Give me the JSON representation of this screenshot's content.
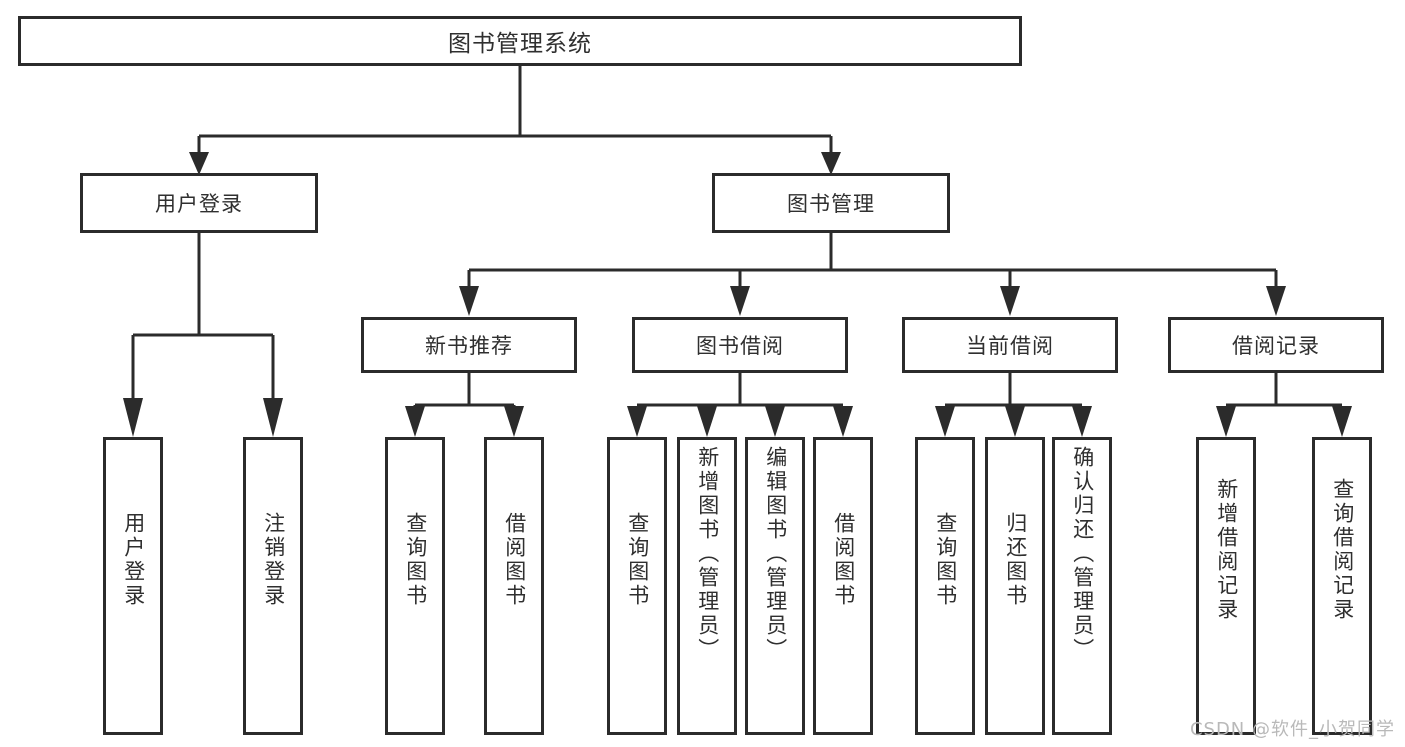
{
  "diagram": {
    "title": "图书管理系统",
    "root": {
      "label": "图书管理系统"
    },
    "level2": [
      {
        "label": "用户登录"
      },
      {
        "label": "图书管理"
      }
    ],
    "level3": [
      {
        "label": "新书推荐"
      },
      {
        "label": "图书借阅"
      },
      {
        "label": "当前借阅"
      },
      {
        "label": "借阅记录"
      }
    ],
    "leaves": [
      {
        "label": "用户登录",
        "parent": "用户登录"
      },
      {
        "label": "注销登录",
        "parent": "用户登录"
      },
      {
        "label": "查询图书",
        "parent": "新书推荐"
      },
      {
        "label": "借阅图书",
        "parent": "新书推荐"
      },
      {
        "label": "查询图书",
        "parent": "图书借阅"
      },
      {
        "label": "新增图书（管理员）",
        "parent": "图书借阅"
      },
      {
        "label": "编辑图书（管理员）",
        "parent": "图书借阅"
      },
      {
        "label": "借阅图书",
        "parent": "图书借阅"
      },
      {
        "label": "查询图书",
        "parent": "当前借阅"
      },
      {
        "label": "归还图书",
        "parent": "当前借阅"
      },
      {
        "label": "确认归还（管理员）",
        "parent": "当前借阅"
      },
      {
        "label": "新增借阅记录",
        "parent": "借阅记录"
      },
      {
        "label": "查询借阅记录",
        "parent": "借阅记录"
      }
    ]
  },
  "watermark": {
    "text": "CSDN @软件_小贺同学"
  },
  "colors": {
    "stroke": "#2b2b2b",
    "text": "#2f2f2f",
    "background": "#ffffff",
    "watermark": "#b9b9b9"
  }
}
